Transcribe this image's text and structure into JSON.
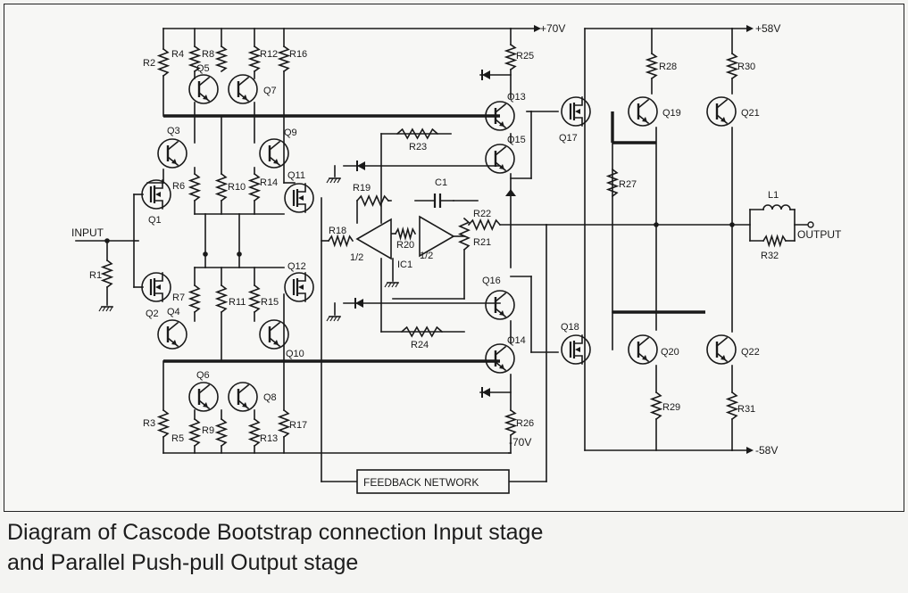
{
  "diagram": {
    "supplies": {
      "pos70": "+70V",
      "neg70": "-70V",
      "pos58": "+58V",
      "neg58": "-58V"
    },
    "terminals": {
      "input": "INPUT",
      "output": "OUTPUT"
    },
    "feedback_network": "FEEDBACK NETWORK",
    "ic": {
      "name": "IC1",
      "half_a": "1/2",
      "half_b": "1/2"
    },
    "resistors": {
      "r1": "R1",
      "r2": "R2",
      "r3": "R3",
      "r4": "R4",
      "r5": "R5",
      "r6": "R6",
      "r7": "R7",
      "r8": "R8",
      "r9": "R9",
      "r10": "R10",
      "r11": "R11",
      "r12": "R12",
      "r13": "R13",
      "r14": "R14",
      "r15": "R15",
      "r16": "R16",
      "r17": "R17",
      "r18": "R18",
      "r19": "R19",
      "r20": "R20",
      "r21": "R21",
      "r22": "R22",
      "r23": "R23",
      "r24": "R24",
      "r25": "R25",
      "r26": "R26",
      "r27": "R27",
      "r28": "R28",
      "r29": "R29",
      "r30": "R30",
      "r31": "R31",
      "r32": "R32"
    },
    "transistors": {
      "q1": "Q1",
      "q2": "Q2",
      "q3": "Q3",
      "q4": "Q4",
      "q5": "Q5",
      "q6": "Q6",
      "q7": "Q7",
      "q8": "Q8",
      "q9": "Q9",
      "q10": "Q10",
      "q11": "Q11",
      "q12": "Q12",
      "q13": "Q13",
      "q14": "Q14",
      "q15": "Q15",
      "q16": "Q16",
      "q17": "Q17",
      "q18": "Q18",
      "q19": "Q19",
      "q20": "Q20",
      "q21": "Q21",
      "q22": "Q22"
    },
    "capacitor": "C1",
    "inductor": "L1"
  },
  "caption": {
    "line1": "Diagram of Cascode Bootstrap connection Input stage",
    "line2": "and Parallel Push-pull Output stage"
  }
}
